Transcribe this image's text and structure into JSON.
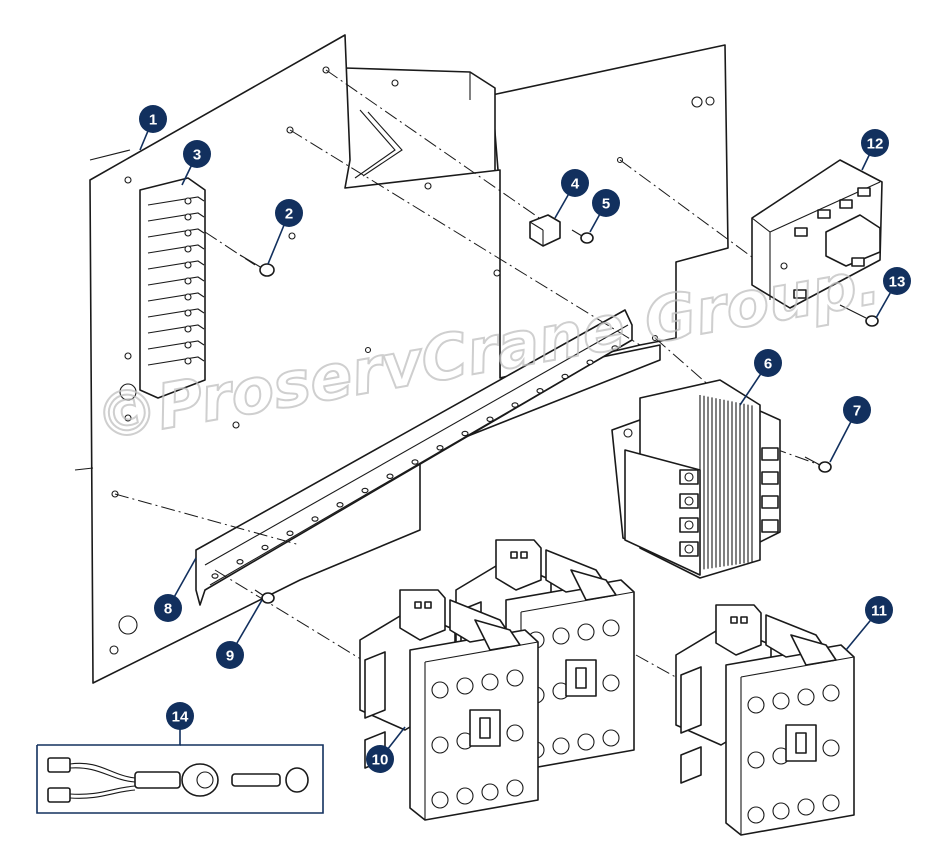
{
  "watermark": {
    "text": "©ProservCrane Group."
  },
  "colors": {
    "callout": "#12305e",
    "line": "#1a1a1a",
    "watermark": "#bfbfbf"
  },
  "callouts": [
    {
      "id": "1",
      "label": "1"
    },
    {
      "id": "2",
      "label": "2"
    },
    {
      "id": "3",
      "label": "3"
    },
    {
      "id": "4",
      "label": "4"
    },
    {
      "id": "5",
      "label": "5"
    },
    {
      "id": "6",
      "label": "6"
    },
    {
      "id": "7",
      "label": "7"
    },
    {
      "id": "8",
      "label": "8"
    },
    {
      "id": "9",
      "label": "9"
    },
    {
      "id": "10",
      "label": "10"
    },
    {
      "id": "11",
      "label": "11"
    },
    {
      "id": "12",
      "label": "12"
    },
    {
      "id": "13",
      "label": "13"
    },
    {
      "id": "14",
      "label": "14"
    }
  ],
  "parts": [
    {
      "callout": "1",
      "name": "back-panel"
    },
    {
      "callout": "2",
      "name": "terminal-screw"
    },
    {
      "callout": "3",
      "name": "terminal-strip"
    },
    {
      "callout": "4",
      "name": "bracket-clip"
    },
    {
      "callout": "5",
      "name": "clip-screw"
    },
    {
      "callout": "6",
      "name": "transformer"
    },
    {
      "callout": "7",
      "name": "transformer-screw"
    },
    {
      "callout": "8",
      "name": "din-rail"
    },
    {
      "callout": "9",
      "name": "rail-screw"
    },
    {
      "callout": "10",
      "name": "contactor"
    },
    {
      "callout": "11",
      "name": "contactor"
    },
    {
      "callout": "12",
      "name": "relay-board"
    },
    {
      "callout": "13",
      "name": "relay-screw"
    },
    {
      "callout": "14",
      "name": "wire-harness-kit"
    }
  ]
}
